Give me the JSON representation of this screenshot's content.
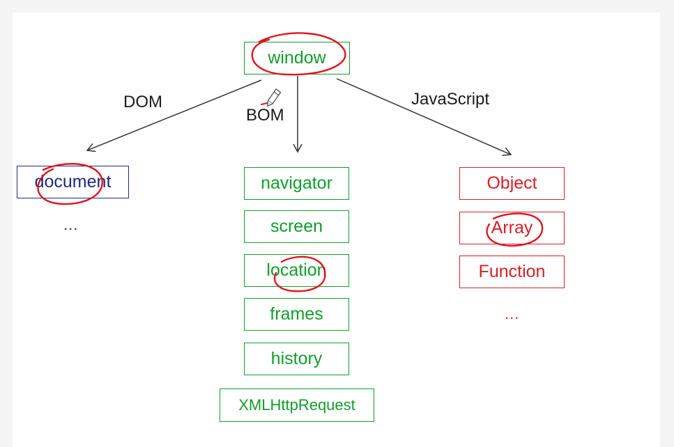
{
  "colors": {
    "bom": "#119d2a",
    "dom": "#1d2b7a",
    "javascript": "#d81f26",
    "annotation": "#e0141c",
    "arrow": "#333333"
  },
  "root": {
    "label": "window"
  },
  "edges": {
    "dom": "DOM",
    "bom": "BOM",
    "javascript": "JavaScript"
  },
  "dom_column": {
    "items": [
      "document"
    ],
    "more": "..."
  },
  "bom_column": {
    "items": [
      "navigator",
      "screen",
      "location",
      "frames",
      "history",
      "XMLHttpRequest"
    ]
  },
  "js_column": {
    "items": [
      "Object",
      "Array",
      "Function"
    ],
    "more": "..."
  },
  "icons": {
    "cursor": "pencil-icon"
  }
}
